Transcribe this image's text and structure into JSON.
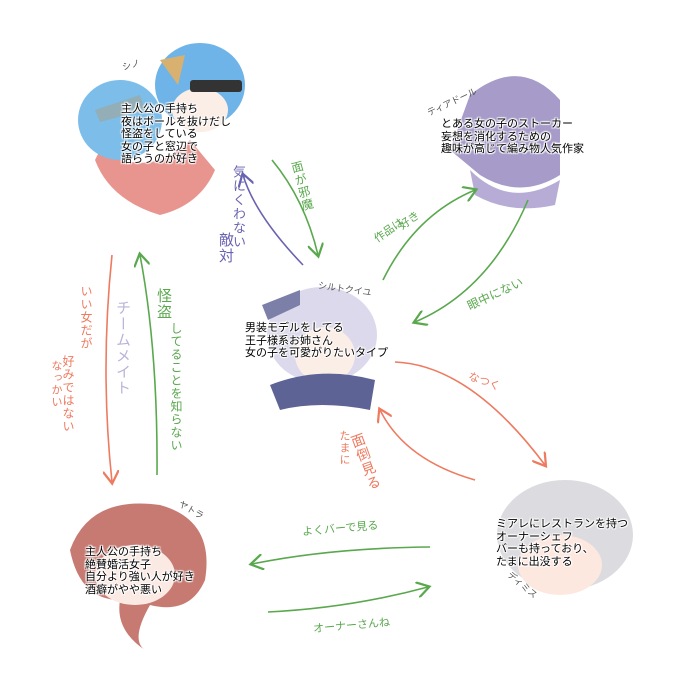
{
  "characters": [
    {
      "name": "シノ",
      "hair_color": "#6fb4e8",
      "lines": [
        "主人公の手持ち",
        "夜はボールを抜けだし",
        "怪盗をしている",
        "女の子と窓辺で",
        "語らうのが好き"
      ]
    },
    {
      "name": "ティアドール",
      "hair_color": "#a79bc9",
      "lines": [
        "とある女の子のストーカー",
        "妄想を消化するための",
        "趣味が高じて編み物人気作家"
      ]
    },
    {
      "name": "シルトクイユ",
      "hair_color": "#c9c6df",
      "lines": [
        "男装モデルをしてる",
        "王子様系お姉さん",
        "女の子を可愛がりたいタイプ"
      ]
    },
    {
      "name": "ヤトラ",
      "hair_color": "#c77a72",
      "lines": [
        "主人公の手持ち",
        "絶賛婚活女子",
        "自分より強い人が好き",
        "酒癖がやや悪い"
      ]
    },
    {
      "name": "ディミス",
      "hair_color": "#cfcfd4",
      "lines": [
        "ミアレにレストランを持つ",
        "オーナーシェフ",
        "バーも持っており、",
        "たまに出没する"
      ]
    }
  ],
  "relations": {
    "shino_to_shilt": "面が邪魔",
    "shilt_to_shino": [
      "気にくわない",
      "敵対"
    ],
    "shilt_to_tia": [
      "作品は",
      "好き"
    ],
    "tia_to_shilt": "眼中にない",
    "shilt_to_dimis": "なつく",
    "dimis_to_shilt": [
      "たまに",
      "面倒見る"
    ],
    "shino_to_yatora": [
      "いい女だが",
      "好みではない",
      "なっかい"
    ],
    "teammate": "チームメイト",
    "yatora_to_shino": [
      "怪盗",
      "してることを知らない"
    ],
    "dimis_to_yatora": "よくバーで見る",
    "yatora_to_dimis": "オーナーさんね"
  },
  "colors": {
    "green": "#5aa84e",
    "purple": "#6a63b0",
    "red": "#ee7a60",
    "light_purple": "#b8b4da"
  }
}
